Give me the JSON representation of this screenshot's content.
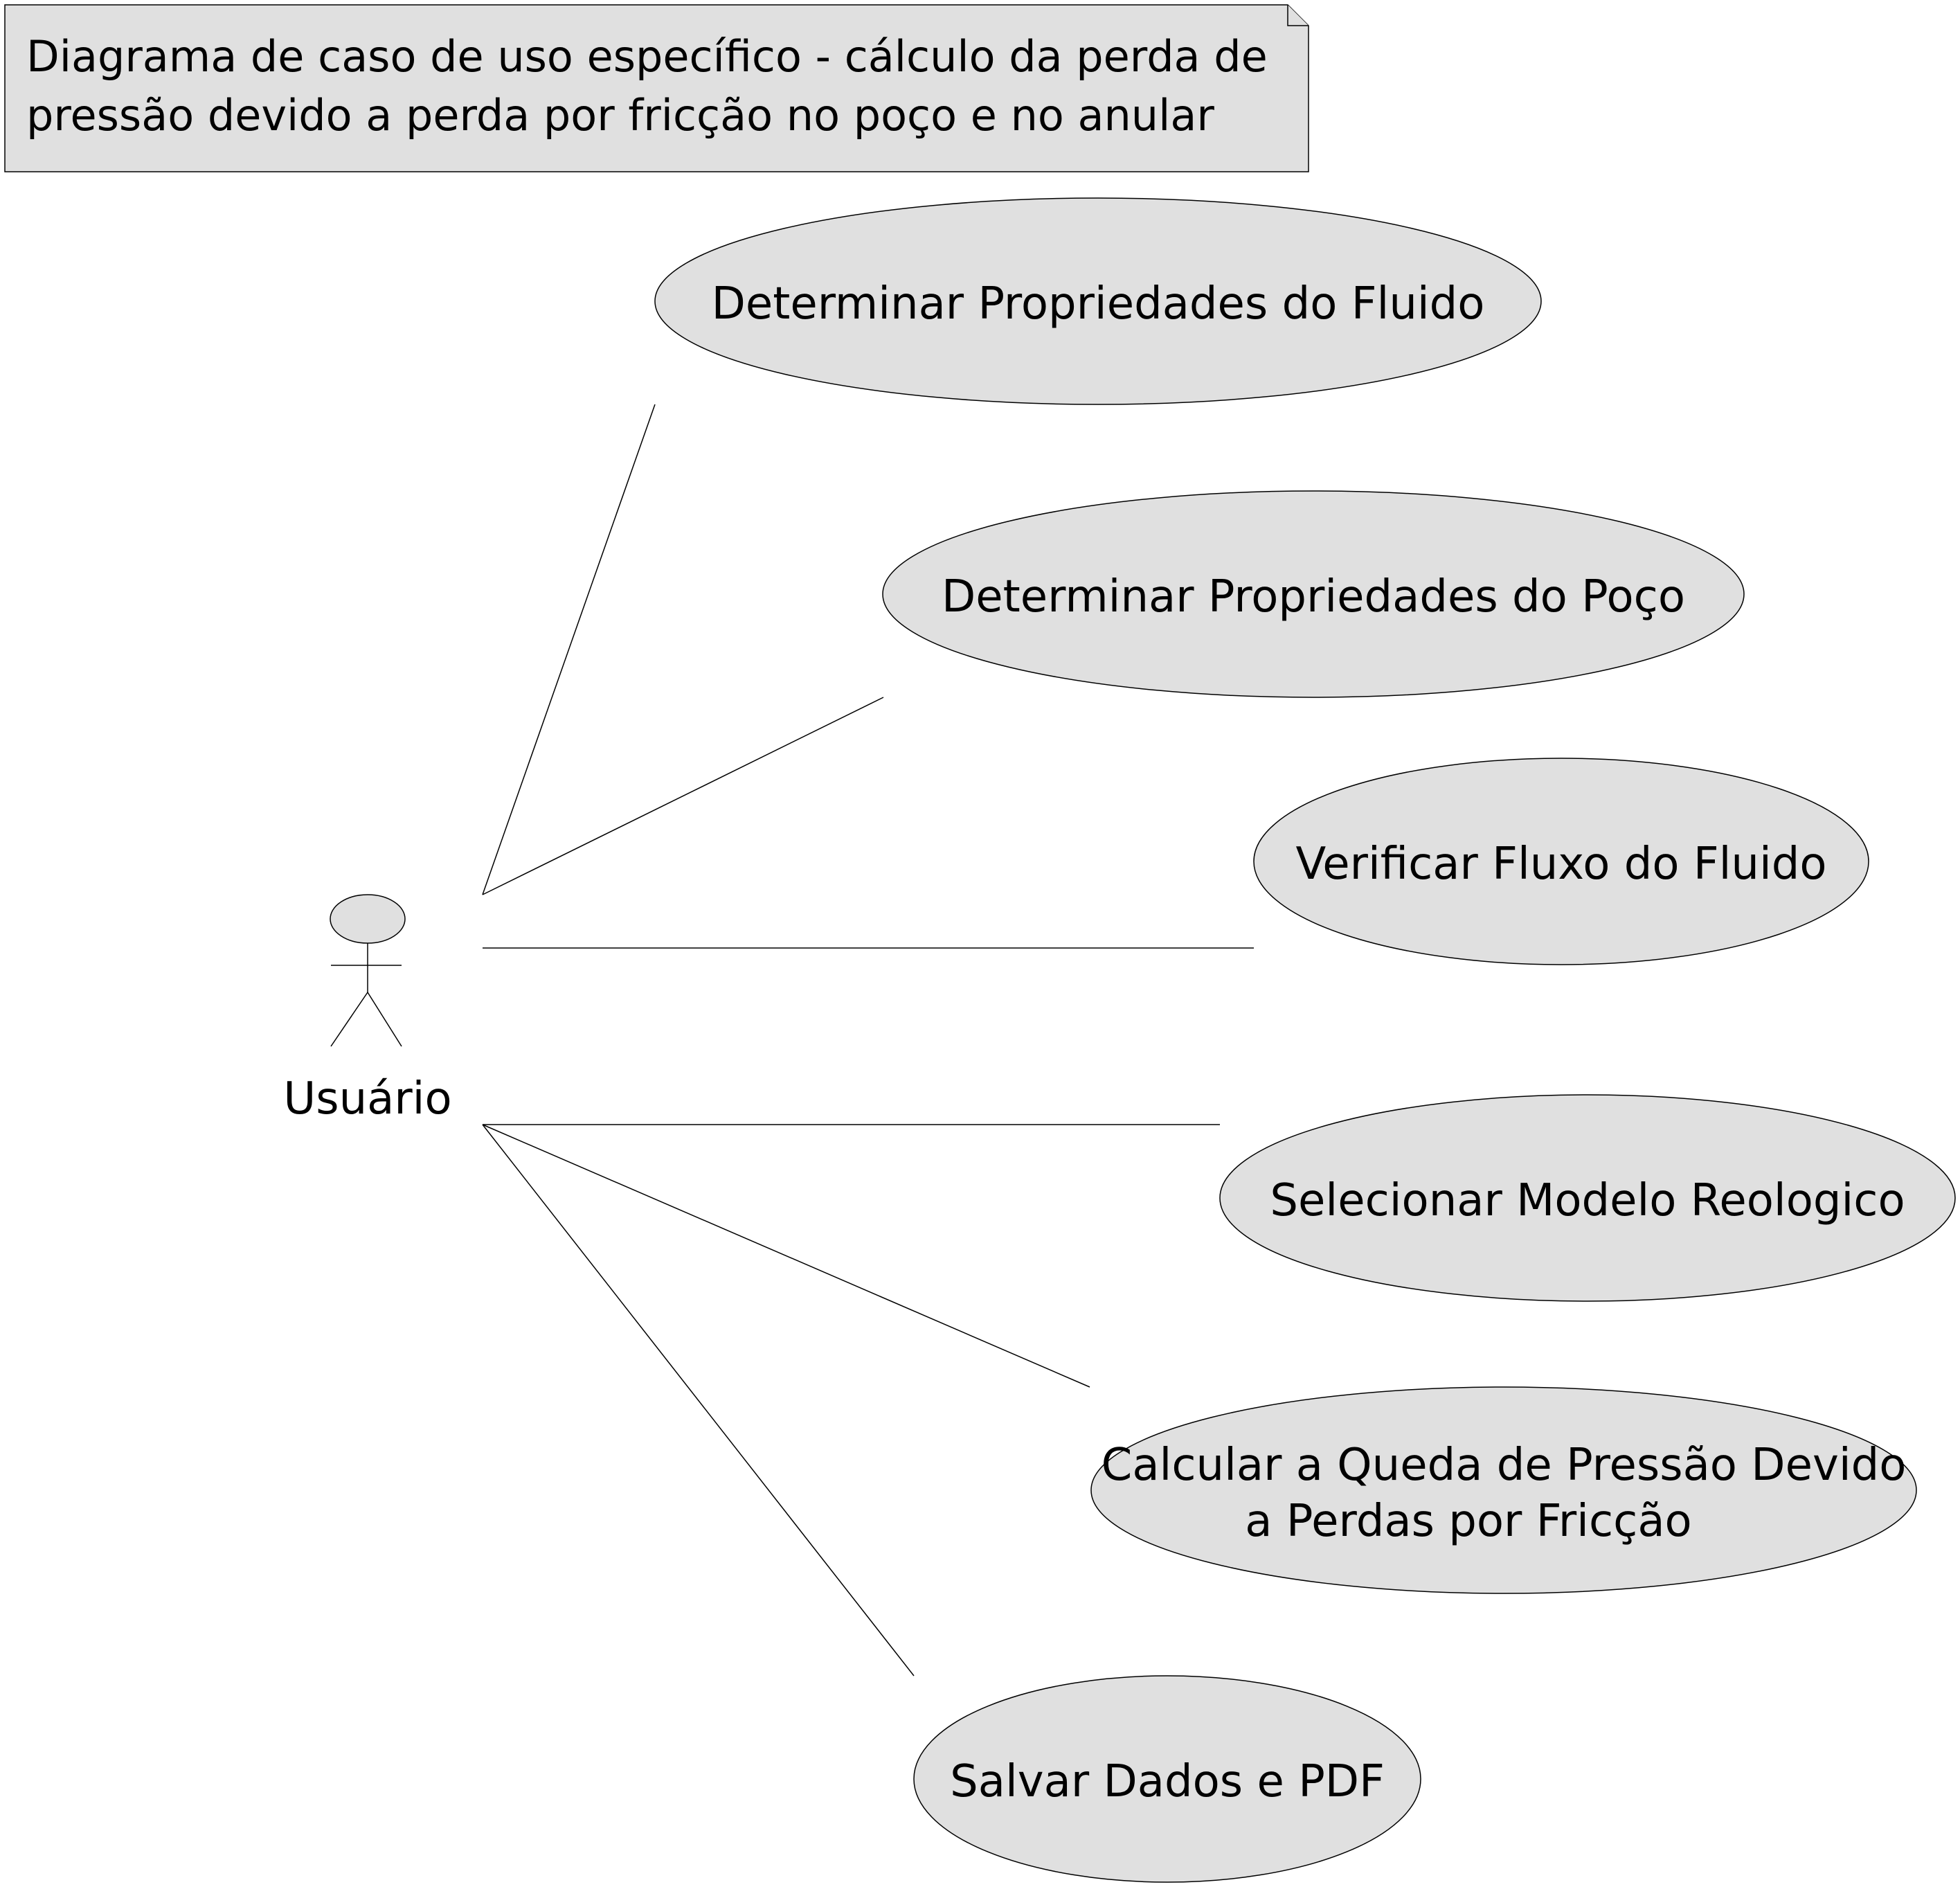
{
  "note": {
    "lines": [
      " Diagrama de caso de uso específico - cálculo da perda de",
      "pressão devido a perda por fricção no poço e no anular"
    ]
  },
  "actor": {
    "label": "Usuário"
  },
  "use_cases": [
    {
      "id": "uc-fluido",
      "lines": [
        "Determinar Propriedades do Fluido"
      ]
    },
    {
      "id": "uc-poco",
      "lines": [
        "Determinar Propriedades do Poço"
      ]
    },
    {
      "id": "uc-fluxo",
      "lines": [
        "Verificar Fluxo do Fluido"
      ]
    },
    {
      "id": "uc-modelo",
      "lines": [
        "Selecionar Modelo Reologico"
      ]
    },
    {
      "id": "uc-queda",
      "lines": [
        "Calcular a Queda de Pressão Devido",
        "a Perdas por Fricção"
      ]
    },
    {
      "id": "uc-salvar",
      "lines": [
        "Salvar Dados e PDF"
      ]
    }
  ],
  "colors": {
    "fill": "#e0e0e0",
    "stroke": "#000000",
    "background": "#ffffff"
  }
}
